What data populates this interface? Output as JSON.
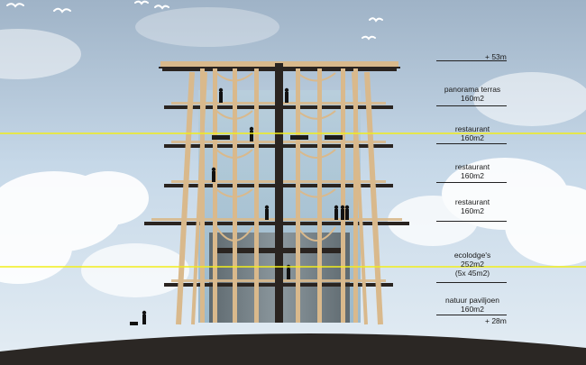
{
  "elevations": {
    "top": "+ 53m",
    "bottom": "+ 28m"
  },
  "floors": [
    {
      "name": "panorama terras",
      "area": "160m2"
    },
    {
      "name": "restaurant",
      "area": "160m2"
    },
    {
      "name": "restaurant",
      "area": "160m2"
    },
    {
      "name": "restaurant",
      "area": "160m2"
    },
    {
      "name": "ecolodge's",
      "area": "252m2",
      "note": "(5x 45m2)"
    },
    {
      "name": "natuur paviljoen",
      "area": "160m2"
    }
  ],
  "colors": {
    "guide_line": "#f2ee1a",
    "timber": "#d9b98c",
    "slab": "#2a2420",
    "glass": "#a9c6d8",
    "ground": "#2b2724",
    "sky_top": "#aebfd0",
    "sky_bottom": "#dce8f2"
  }
}
